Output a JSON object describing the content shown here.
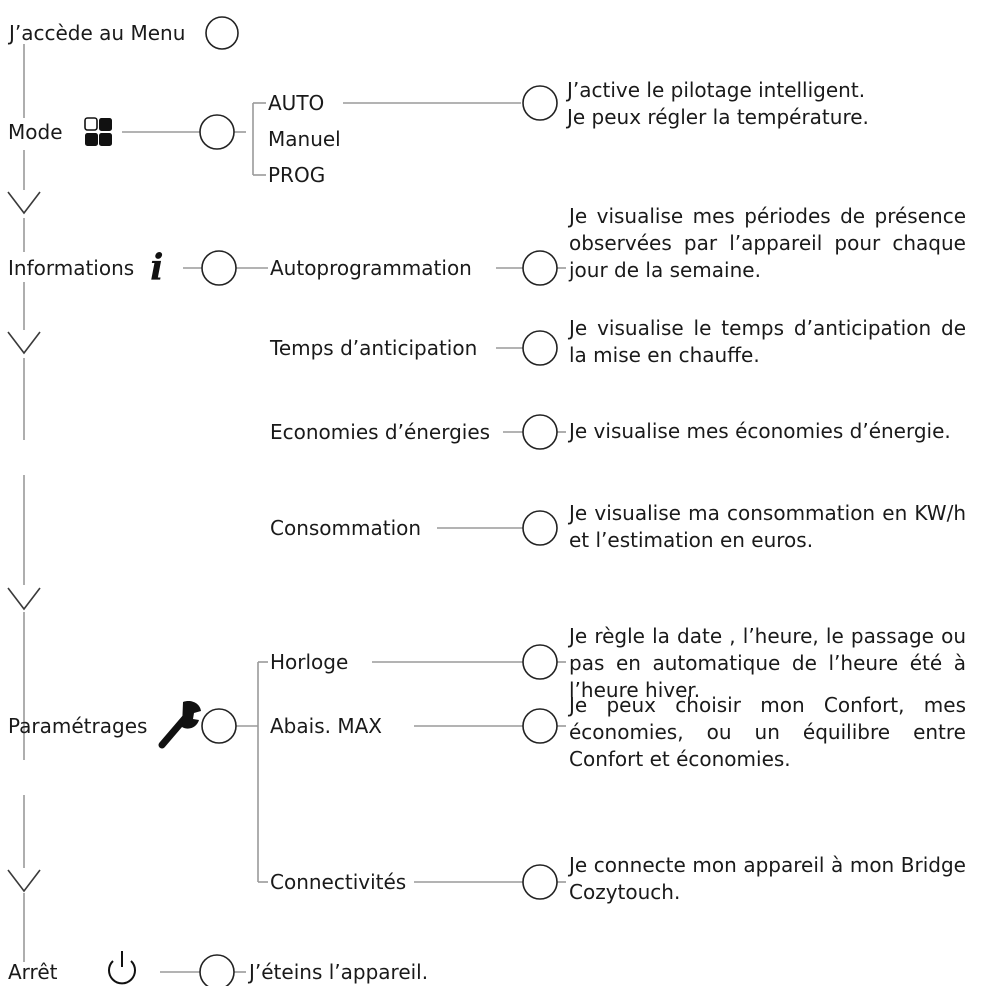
{
  "header": {
    "title": "J’accède au Menu"
  },
  "menu": {
    "mode": "Mode",
    "informations": "Informations",
    "parametrages": "Paramétrages",
    "arret": "Arrêt"
  },
  "mode_options": {
    "auto": "AUTO",
    "manuel": "Manuel",
    "prog": "PROG"
  },
  "auto_desc": [
    "J’active le pilotage intelligent.",
    "Je peux régler la température."
  ],
  "informations_items": [
    {
      "label": "Autoprogrammation",
      "desc": "Je visualise mes périodes de présence observées par l’appareil pour chaque jour de la semaine."
    },
    {
      "label": "Temps d’anticipation",
      "desc": "Je visualise le temps d’anticipation de la mise en chauffe."
    },
    {
      "label": "Economies d’énergies",
      "desc": "Je visualise mes économies d’énergie."
    },
    {
      "label": "Consommation",
      "desc": "Je visualise ma consommation en KW/h et l’estimation en euros."
    }
  ],
  "parametrages_items": [
    {
      "label": "Horloge",
      "desc": "Je règle la date , l’heure, le passage ou pas en automatique de l’heure été à l’heure hiver."
    },
    {
      "label": "Abais. MAX",
      "desc": "Je peux choisir mon Confort, mes économies, ou un équilibre entre Confort et économies."
    },
    {
      "label": "Connectivités",
      "desc": "Je connecte mon appareil à mon Bridge Cozytouch."
    }
  ],
  "arret_desc": "J’éteins l’appareil.",
  "icons": {
    "mode": "mode-grid-icon",
    "informations": "info-icon",
    "parametrages": "wrench-icon",
    "arret": "power-icon",
    "nav": "chevron-down-icon",
    "button": "button-circle-icon"
  },
  "colors": {
    "line": "#9a9a9a",
    "text": "#1a1a1a",
    "icon": "#111111"
  }
}
